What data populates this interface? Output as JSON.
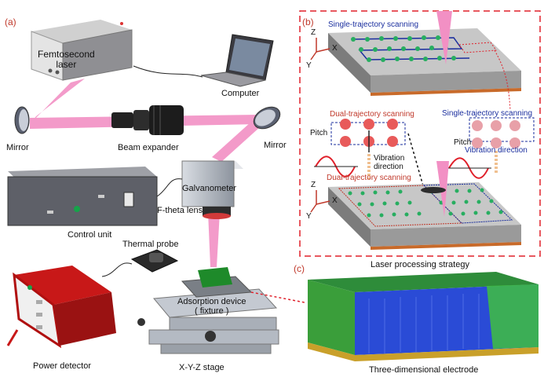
{
  "panels": {
    "a": "(a)",
    "b": "(b)",
    "c": "(c)"
  },
  "equipment": {
    "laser": [
      "Femtosecond",
      "laser"
    ],
    "computer": "Computer",
    "mirror_left": "Mirror",
    "mirror_right": "Mirror",
    "beam_expander": "Beam expander",
    "galvanometer": "Galvanometer",
    "ftheta": "F-theta lens",
    "control_unit": "Control unit",
    "thermal_probe": "Thermal probe",
    "adsorption": [
      "Adsorption device",
      "( fixture )"
    ],
    "power_detector": "Power detector",
    "stage": "X-Y-Z stage"
  },
  "strategy": {
    "single_top": "Single-trajectory scanning",
    "dual_left": "Dual-trajectory scanning",
    "single_right": "Single-trajectory scanning",
    "pitch_left": "Pitch",
    "pitch_right": "Pitch",
    "vibration_left": [
      "Vibration",
      "direction"
    ],
    "vibration_right": "Vibration direction",
    "dual_bottom": "Dual-trajectory scanning",
    "axes_top": {
      "z": "Z",
      "x": "X",
      "y": "Y"
    },
    "axes_bottom": {
      "z": "Z",
      "x": "X",
      "y": "Y"
    },
    "caption": "Laser processing strategy"
  },
  "electrode_caption": "Three-dimensional electrode",
  "colors": {
    "beam": "#f28cc0",
    "dash_red": "#e0202a",
    "blue_path": "#1a2e9e",
    "red_path": "#c0392b",
    "green_dot": "#27ae60",
    "plate_top": "#b8b8b8",
    "plate_side": "#8a8a8a",
    "electrode_blue": "#2a4bd6",
    "electrode_green": "#3fbf3f"
  }
}
